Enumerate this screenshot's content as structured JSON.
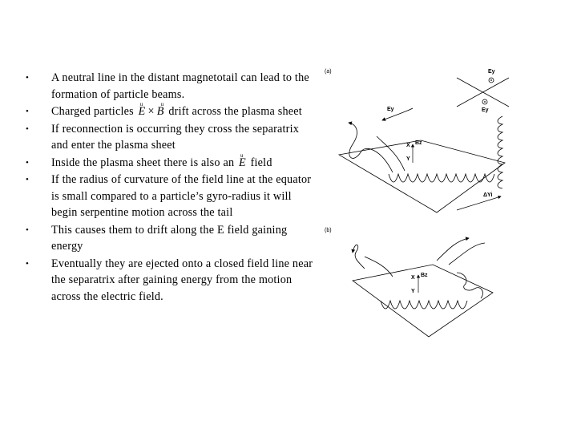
{
  "bullets": [
    {
      "text": "A neutral line in the distant magnetotail can lead to the formation of particle beams."
    },
    {
      "before": "Charged particles",
      "math": {
        "a": "E",
        "op": "×",
        "b": "B"
      },
      "after": "drift across the plasma sheet"
    },
    {
      "text": "If reconnection is occurring they  cross the separatrix and enter the plasma sheet"
    },
    {
      "before": "Inside the plasma sheet there is also an",
      "math": {
        "a": "E"
      },
      "after": "field"
    },
    {
      "text": "If the radius of curvature of the field line at the equator is small compared to a particle’s gyro-radius it will begin serpentine motion across the tail"
    },
    {
      "text": "This causes them to drift along the E field gaining energy"
    },
    {
      "text": "Eventually they are ejected onto a closed field line near the separatrix after gaining energy from the motion across the electric field."
    }
  ],
  "bullet_symbol": "•",
  "vector_mark": "u",
  "figure": {
    "panel_a_label": "(a)",
    "panel_b_label": "(b)",
    "labels_a": {
      "ey_top": "Ey",
      "ey_bottom": "Ey",
      "ey_left": "Ey",
      "bz": "Bz",
      "x": "X",
      "y": "Y",
      "dy": "ΔYi"
    },
    "labels_b": {
      "bz": "Bz",
      "x": "X",
      "y": "Y"
    }
  }
}
